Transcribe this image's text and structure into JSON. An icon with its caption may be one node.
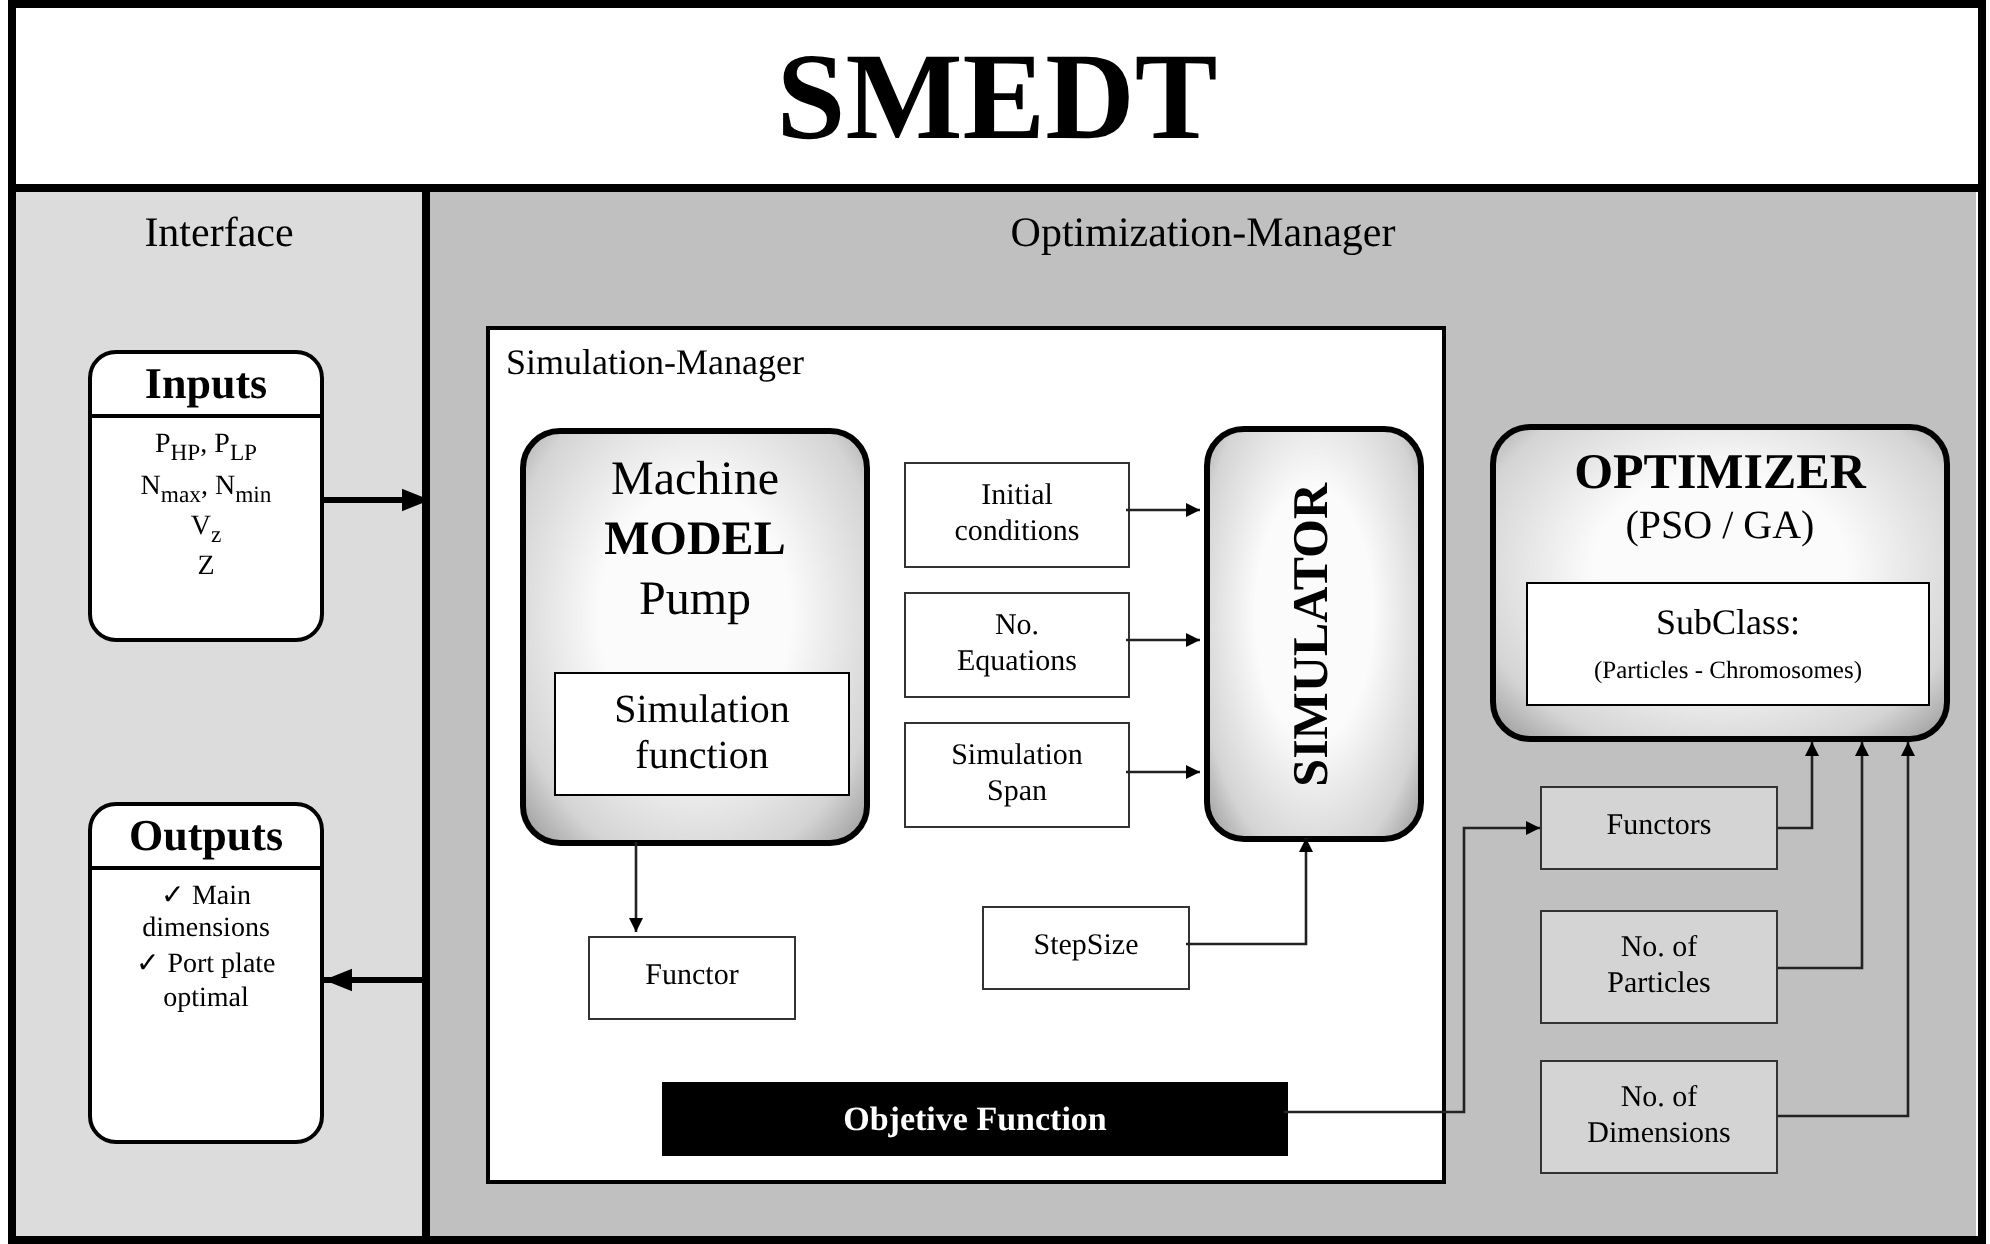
{
  "diagram": {
    "title": "SMEDT",
    "nodes": [
      {
        "text": [
          "Interface"
        ]
      },
      {
        "text": [
          "Inputs",
          "P$_{HP}$, P$_{LP}$",
          "N$_{max}$, N$_{min}$",
          "V$_{z}$",
          "Z"
        ],
        "in": 0
      },
      {
        "text": [
          "Outputs",
          "✓ Main dimensions",
          "✓ Port plate optimal"
        ],
        "in": 0
      },
      {
        "text": [
          "Optimization-Manager"
        ]
      },
      {
        "text": [
          "Simulation-Manager"
        ],
        "in": 3
      },
      {
        "text": [
          "Machine **MODEL** Pump"
        ],
        "in": 4
      },
      {
        "text": [
          "Simulation function"
        ],
        "in": 5
      },
      {
        "text": [
          "Initial conditions"
        ],
        "in": 4
      },
      {
        "text": [
          "No. Equations"
        ],
        "in": 4
      },
      {
        "text": [
          "Simulation Span"
        ],
        "in": 4
      },
      {
        "text": [
          "SIMULATOR"
        ],
        "in": 4
      },
      {
        "text": [
          "Functor"
        ],
        "in": 4
      },
      {
        "text": [
          "StepSize"
        ],
        "in": 4
      },
      {
        "text": [
          "Objetive Function"
        ],
        "in": 4
      },
      {
        "text": [
          "OPTIMIZER",
          "(PSO / GA)"
        ],
        "in": 3
      },
      {
        "text": [
          "SubClass:",
          "(Particles - Chromosomes)"
        ],
        "in": 14
      },
      {
        "text": [
          "Functors"
        ],
        "in": 3
      },
      {
        "text": [
          "No. of Particles"
        ],
        "in": 3
      },
      {
        "text": [
          "No. of Dimensions"
        ],
        "in": 3
      }
    ],
    "edges": [
      {
        "from": 1,
        "to": 3,
        "arrow": "to",
        "style": "thick"
      },
      {
        "from": 3,
        "to": 2,
        "arrow": "to",
        "style": "thick"
      },
      {
        "from": 5,
        "to": 11,
        "arrow": "to"
      },
      {
        "from": 7,
        "to": 10,
        "arrow": "to"
      },
      {
        "from": 8,
        "to": 10,
        "arrow": "to"
      },
      {
        "from": 9,
        "to": 10,
        "arrow": "to"
      },
      {
        "from": 12,
        "to": 10,
        "arrow": "to"
      },
      {
        "from": 13,
        "to": 16,
        "arrow": "to"
      },
      {
        "from": 16,
        "to": 14,
        "arrow": "to"
      },
      {
        "from": 17,
        "to": 14,
        "arrow": "to"
      },
      {
        "from": 18,
        "to": 14,
        "arrow": "to"
      }
    ]
  }
}
